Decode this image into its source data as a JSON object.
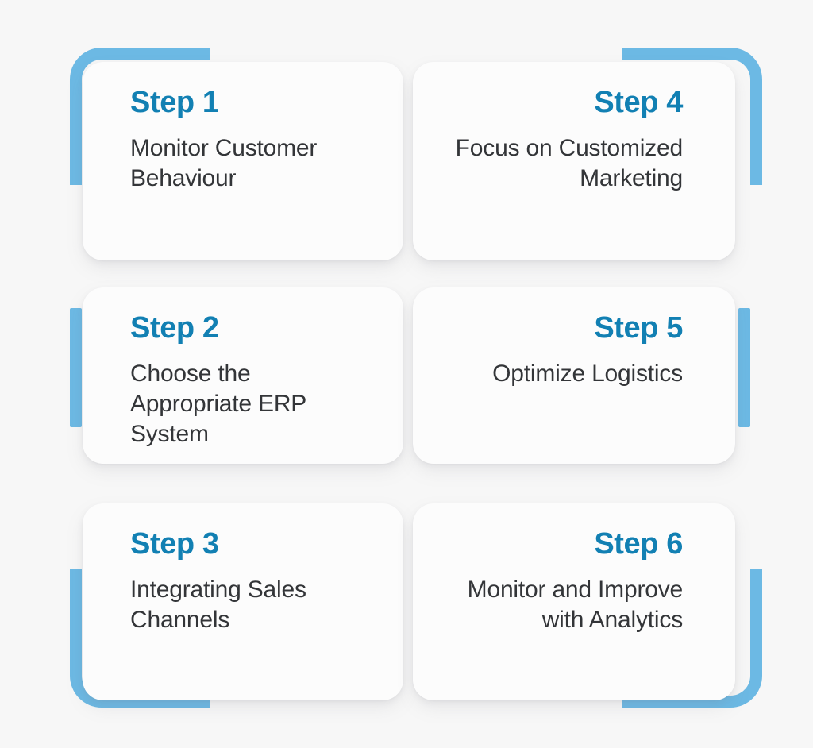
{
  "page": {
    "background_color": "#f7f7f7",
    "card_color": "#fcfcfc",
    "accent_color": "#6cb9e4",
    "title_color": "#1280b3",
    "body_text_color": "#333538"
  },
  "steps": [
    {
      "id": "step-1",
      "title": "Step 1",
      "description": "Monitor Customer Behaviour",
      "column": "left",
      "row": 1,
      "accent": "bracket-top-left"
    },
    {
      "id": "step-2",
      "title": "Step 2",
      "description": "Choose the Appropriate ERP System",
      "column": "left",
      "row": 2,
      "accent": "bar-left"
    },
    {
      "id": "step-3",
      "title": "Step 3",
      "description": "Integrating Sales Channels",
      "column": "left",
      "row": 3,
      "accent": "bracket-bottom-left"
    },
    {
      "id": "step-4",
      "title": "Step 4",
      "description": "Focus on Customized Marketing",
      "column": "right",
      "row": 1,
      "accent": "bracket-top-right"
    },
    {
      "id": "step-5",
      "title": "Step 5",
      "description": "Optimize Logistics",
      "column": "right",
      "row": 2,
      "accent": "bar-right"
    },
    {
      "id": "step-6",
      "title": "Step 6",
      "description": "Monitor and Improve with Analytics",
      "column": "right",
      "row": 3,
      "accent": "bracket-bottom-right"
    }
  ]
}
